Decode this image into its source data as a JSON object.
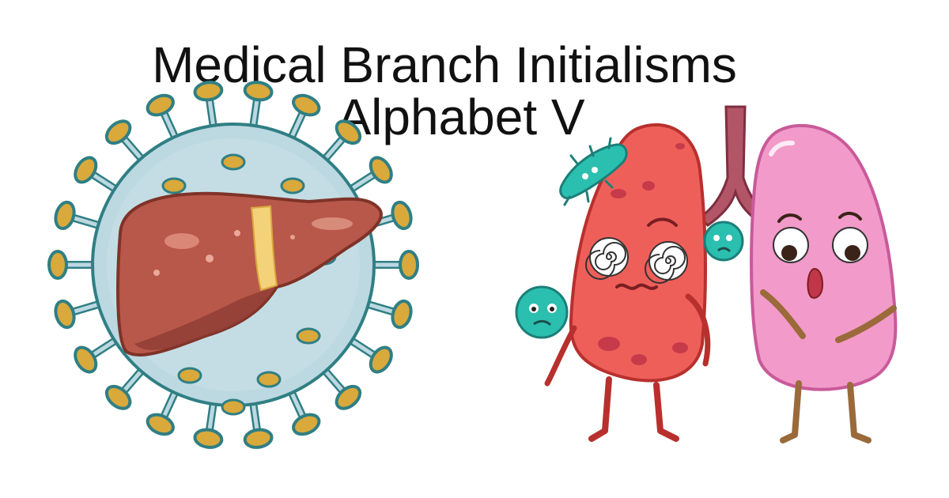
{
  "title": {
    "line1": "Medical Branch Initialisms",
    "line2": "Alphabet V"
  },
  "illustrations": {
    "left": "virus-liver-illustration",
    "right": "sick-lungs-illustration"
  },
  "colors": {
    "virus_body": "#b9d6df",
    "virus_outline": "#2f7f84",
    "virus_spike_tip": "#d9a93b",
    "liver": "#b8584a",
    "liver_dark": "#8f3d33",
    "sick_lung": "#ee5f5a",
    "healthy_lung": "#f29ac9",
    "germ": "#2bbfb0",
    "trachea": "#b25566"
  }
}
